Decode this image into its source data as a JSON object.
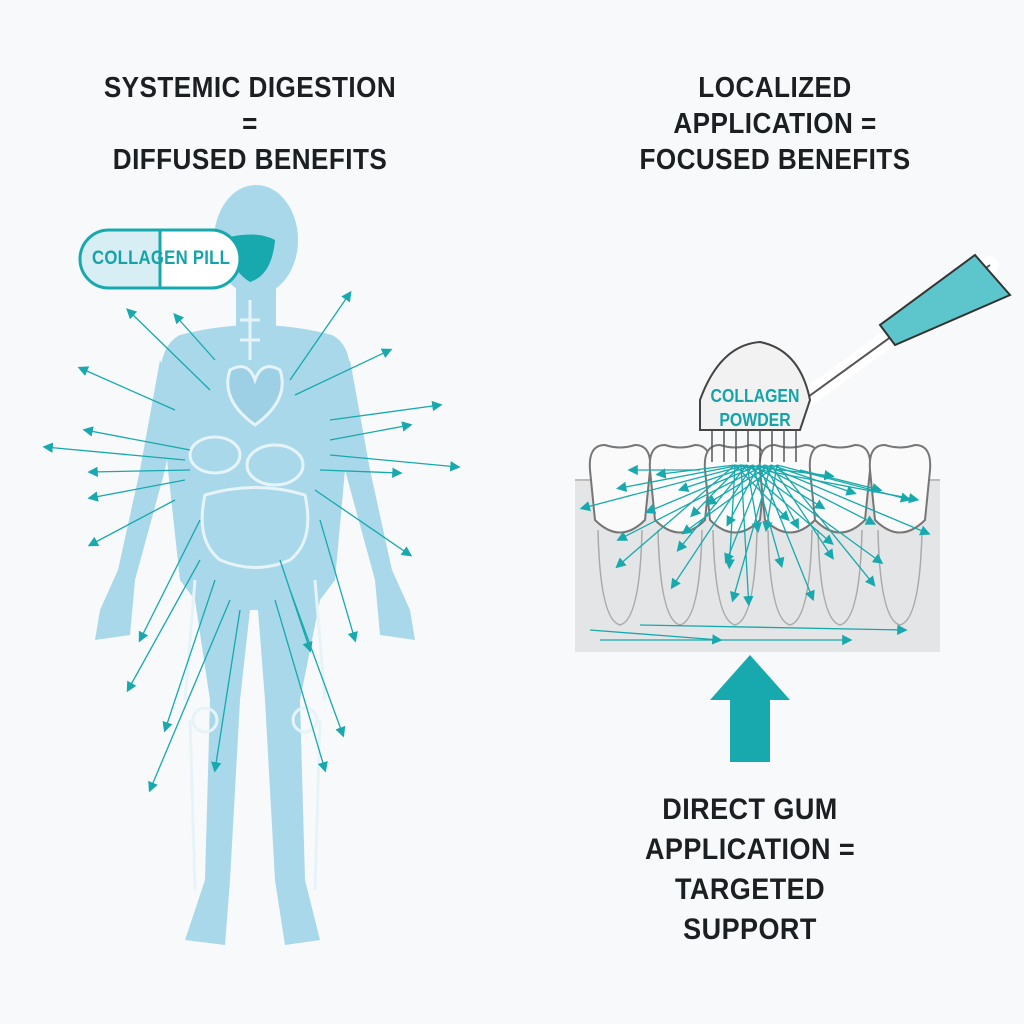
{
  "left_panel": {
    "title_line1": "SYSTEMIC DIGESTION =",
    "title_line2": "DIFFUSED BENEFITS",
    "pill_label": "COLLAGEN PILL"
  },
  "right_panel": {
    "title_line1": "LOCALIZED APPLICATION =",
    "title_line2": "FOCUSED BENEFITS",
    "powder_label_line1": "COLLAGEN",
    "powder_label_line2": "POWDER",
    "caption_line1": "DIRECT GUM",
    "caption_line2": "APPLICATION =",
    "caption_line3": "TARGETED SUPPORT"
  },
  "colors": {
    "teal": "#17a9ad",
    "body": "#a8d8ea",
    "gum": "#e4e5e6",
    "text": "#1b1f22"
  }
}
